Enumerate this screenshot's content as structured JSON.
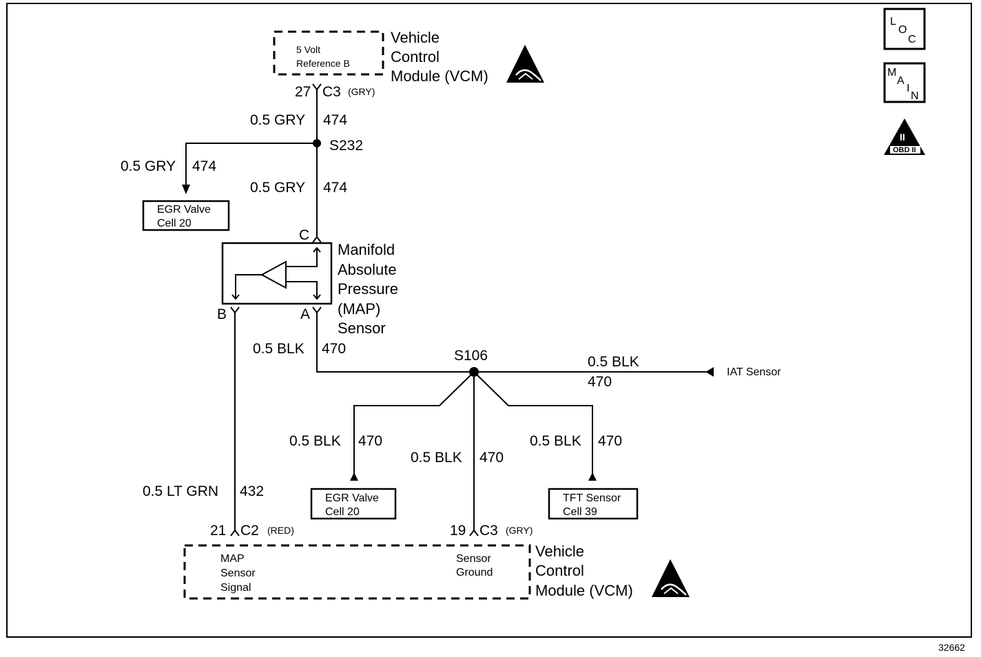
{
  "vcm_top": {
    "title_line1": "Vehicle",
    "title_line2": "Control",
    "title_line3": "Module (VCM)",
    "inner_line1": "5 Volt",
    "inner_line2": "Reference B",
    "pin": "27",
    "connector": "C3",
    "connector_color": "(GRY)"
  },
  "wires": {
    "w474_a_gauge": "0.5 GRY",
    "w474_a_circuit": "474",
    "w474_b_gauge": "0.5 GRY",
    "w474_b_circuit": "474",
    "w474_c_gauge": "0.5 GRY",
    "w474_c_circuit": "474",
    "w470_map_gauge": "0.5 BLK",
    "w470_map_circuit": "470",
    "w470_iat_gauge": "0.5 BLK",
    "w470_iat_circuit": "470",
    "w470_egr_gauge": "0.5 BLK",
    "w470_egr_circuit": "470",
    "w470_vcm_gauge": "0.5 BLK",
    "w470_vcm_circuit": "470",
    "w470_tft_gauge": "0.5 BLK",
    "w470_tft_circuit": "470",
    "w432_gauge": "0.5 LT GRN",
    "w432_circuit": "432"
  },
  "splices": {
    "s232": "S232",
    "s106": "S106"
  },
  "egr_ref_top": {
    "line1": "EGR Valve",
    "line2": "Cell 20"
  },
  "egr_ref_bottom": {
    "line1": "EGR Valve",
    "line2": "Cell 20"
  },
  "tft_ref": {
    "line1": "TFT Sensor",
    "line2": "Cell 39"
  },
  "iat_label": "IAT Sensor",
  "map_sensor": {
    "line1": "Manifold",
    "line2": "Absolute",
    "line3": "Pressure",
    "line4": "(MAP)",
    "line5": "Sensor",
    "pin_c": "C",
    "pin_b": "B",
    "pin_a": "A"
  },
  "vcm_bottom": {
    "title_line1": "Vehicle",
    "title_line2": "Control",
    "title_line3": "Module (VCM)",
    "signal_line1": "MAP",
    "signal_line2": "Sensor",
    "signal_line3": "Signal",
    "ground_line1": "Sensor",
    "ground_line2": "Ground",
    "pin_left": "21",
    "connector_left": "C2",
    "connector_left_color": "(RED)",
    "pin_right": "19",
    "connector_right": "C3",
    "connector_right_color": "(GRY)"
  },
  "badges": {
    "loc_l": "L",
    "loc_o": "O",
    "loc_c": "C",
    "main_m": "M",
    "main_a": "A",
    "main_i": "I",
    "main_n": "N",
    "obd_symbol": "II",
    "obd_text": "OBD II"
  },
  "figure_number": "32662"
}
